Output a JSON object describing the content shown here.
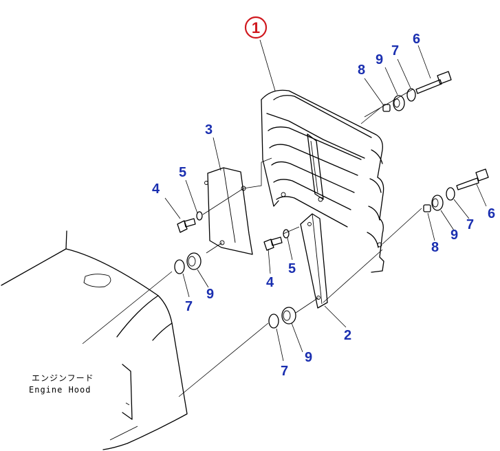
{
  "main_callout": "1",
  "colors": {
    "callout": "#1a2fb0",
    "main_callout": "#d0191f",
    "line": "#000000"
  },
  "callouts": [
    {
      "id": "c6a",
      "text": "6"
    },
    {
      "id": "c7a",
      "text": "7"
    },
    {
      "id": "c9a",
      "text": "9"
    },
    {
      "id": "c8a",
      "text": "8"
    },
    {
      "id": "c3",
      "text": "3"
    },
    {
      "id": "c4a",
      "text": "4"
    },
    {
      "id": "c5a",
      "text": "5"
    },
    {
      "id": "c6b",
      "text": "6"
    },
    {
      "id": "c7b",
      "text": "7"
    },
    {
      "id": "c9b",
      "text": "9"
    },
    {
      "id": "c8b",
      "text": "8"
    },
    {
      "id": "c4b",
      "text": "4"
    },
    {
      "id": "c5b",
      "text": "5"
    },
    {
      "id": "c7c",
      "text": "7"
    },
    {
      "id": "c9c",
      "text": "9"
    },
    {
      "id": "c2",
      "text": "2"
    },
    {
      "id": "c9d",
      "text": "9"
    },
    {
      "id": "c7d",
      "text": "7"
    }
  ],
  "hood_label": {
    "japanese": "エンジンフード",
    "english": "Engine Hood"
  }
}
